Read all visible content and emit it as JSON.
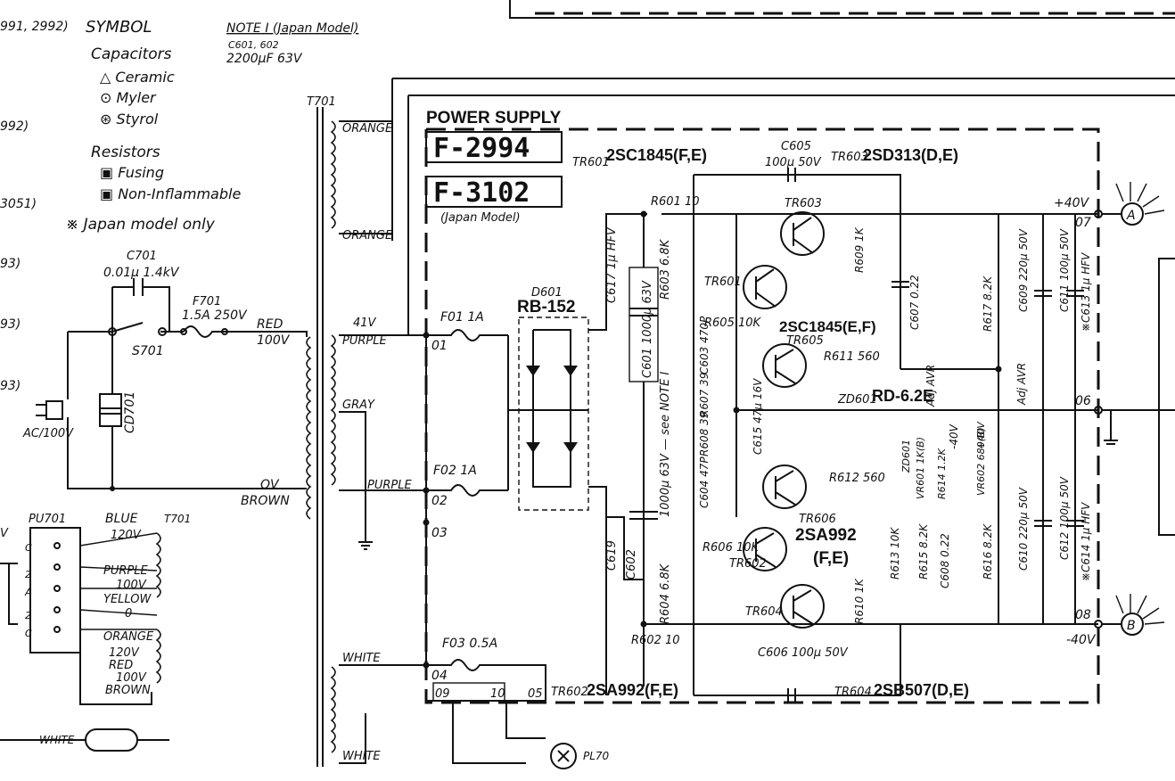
{
  "legend": {
    "title": "SYMBOL",
    "capacitors": "Capacitors",
    "ceramic": "△ Ceramic",
    "mylar": "⊙ Myler",
    "styrol": "⊛ Styrol",
    "resistors": "Resistors",
    "fusing": "▣ Fusing",
    "noninflammable": "▣ Non-Inflammable",
    "japan_only": "※ Japan model only"
  },
  "note": {
    "title": "NOTE I (Japan Model)",
    "line1": "C601, 602",
    "line2": "2200µF 63V"
  },
  "left_margin_refs": [
    "991, 2992)",
    "992)",
    "3051)",
    "93)",
    "93)",
    "93)"
  ],
  "power_supply": {
    "title": "POWER SUPPLY",
    "model1": "F-2994",
    "model2": "F-3102",
    "model2_note": "(Japan Model)"
  },
  "transformer": {
    "ref": "T701",
    "orange_top": "ORANGE",
    "orange_bottom": "ORANGE",
    "purple_top": "PURPLE",
    "v41": "41V",
    "gray": "GRAY",
    "purple_bottom": "PURPLE",
    "white_top": "WHITE",
    "white_bottom": "WHITE",
    "red": "RED",
    "v100": "100V",
    "ov": "OV",
    "brown": "BROWN"
  },
  "ac_input": {
    "c701": "C701",
    "c701_val": "0.01µ 1.4kV",
    "s701": "S701",
    "f701": "F701",
    "f701_val": "1.5A 250V",
    "cd701": "CD701",
    "ac": "AC/100V"
  },
  "pu701": {
    "ref": "PU701",
    "t701": "T701",
    "blue": "BLUE",
    "v120": "120V",
    "purple": "PURPLE",
    "v100": "100V",
    "yellow": "YELLOW",
    "v0": "0",
    "orange": "ORANGE",
    "v120b": "120V",
    "red": "RED",
    "v100b": "100V",
    "brown": "BROWN",
    "white": "WHITE"
  },
  "components": {
    "f01": "F01 1A",
    "f02": "F02 1A",
    "f03": "F03 0.5A",
    "d601": "D601",
    "rb152": "RB-152",
    "c617": "C617 1µ HFV",
    "c601": "C601 1000µ 63V",
    "c602": "C602",
    "c619": "C619",
    "c602_val": "1000µ 63V — see NOTE I",
    "r601": "R601 10",
    "r602": "R602 10",
    "r603": "R603 6.8K",
    "r604": "R604 6.8K",
    "r605": "R605 10K",
    "r606": "R606 10K",
    "c603": "C603 470P",
    "c604": "C604 47P",
    "r607": "R607 39",
    "r608": "R608 39",
    "c615": "C615 47µ 16V",
    "tr601_label": "TR601",
    "tr601": "2SC1845(F,E)",
    "tr602_label": "TR602",
    "tr602": "2SA992(F,E)",
    "tr603_label": "TR603",
    "tr603": "2SD313(D,E)",
    "tr604_label": "TR604",
    "tr604": "2SB507(D,E)",
    "tr605_label": "TR605",
    "tr605": "2SC1845(E,F)",
    "tr606_label": "TR606",
    "tr606a": "2SA992",
    "tr606b": "(F,E)",
    "c605": "C605",
    "c605_val": "100µ 50V",
    "c606": "C606 100µ 50V",
    "r609": "R609 1K",
    "r610": "R610 1K",
    "r611": "R611 560",
    "r612": "R612 560",
    "c607": "C607 0.22",
    "c608": "C608 0.22",
    "zd601": "ZD601",
    "rd62e": "RD-6.2E",
    "vr601": "VR601 1K(B)",
    "vr602": "VR602 680(B)",
    "r614": "R614 1.2K",
    "adj_avr": "Adj AVR",
    "neg40": "-40V",
    "pos40": "+40V",
    "r613": "R613 10K",
    "r615": "R615 8.2K",
    "r616": "R616 8.2K",
    "r617": "R617 8.2K",
    "c609": "C609 220µ 50V",
    "c610": "C610 220µ 50V",
    "c611": "C611 100µ 50V",
    "c612": "C612 100µ 50V",
    "c613": "※C613 1µ HFV",
    "c614": "※C614 1µ HFV",
    "pl701": "PL70",
    "out_plus": "+40V",
    "out_minus": "-40V"
  },
  "terminals": {
    "t01": "01",
    "t02": "02",
    "t03": "03",
    "t04": "04",
    "t05": "05",
    "t06": "06",
    "t07": "07",
    "t08": "08",
    "t09": "09",
    "t10": "10"
  },
  "connectors": {
    "a": "A",
    "b": "B"
  }
}
